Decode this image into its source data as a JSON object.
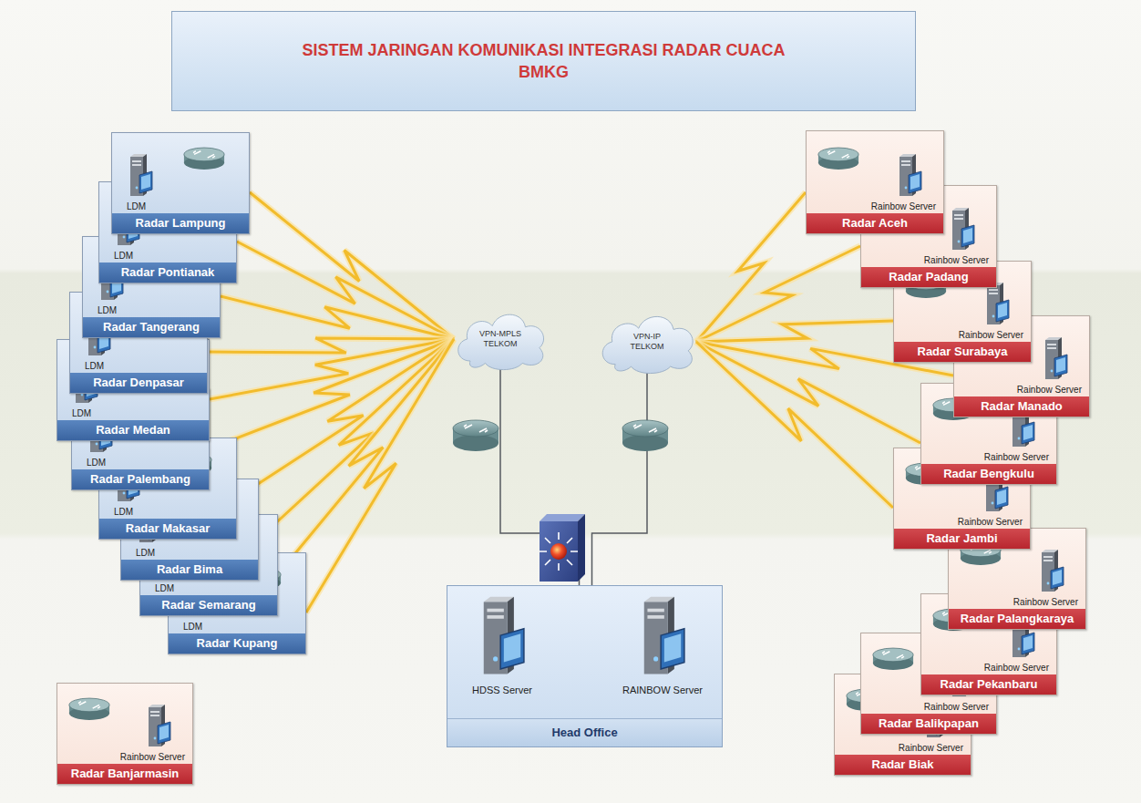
{
  "diagram": {
    "title": "SISTEM JARINGAN KOMUNIKASI INTEGRASI RADAR CUACA BMKG",
    "nodes": [
      {
        "text": [
          "LDM",
          "Radar Lampung"
        ]
      },
      {
        "text": [
          "LDM",
          "Radar Pontianak"
        ]
      },
      {
        "text": [
          "LDM",
          "Radar Tangerang"
        ]
      },
      {
        "text": [
          "LDM",
          "Radar Denpasar"
        ]
      },
      {
        "text": [
          "LDM",
          "Radar Medan"
        ]
      },
      {
        "text": [
          "LDM",
          "Radar Palembang"
        ]
      },
      {
        "text": [
          "LDM",
          "Radar Makasar"
        ]
      },
      {
        "text": [
          "LDM",
          "Radar Bima"
        ]
      },
      {
        "text": [
          "LDM",
          "Radar Semarang"
        ]
      },
      {
        "text": [
          "LDM",
          "Radar Kupang"
        ]
      },
      {
        "text": [
          "Rainbow Server",
          "Radar Aceh"
        ]
      },
      {
        "text": [
          "Rainbow Server",
          "Radar Padang"
        ]
      },
      {
        "text": [
          "Rainbow Server",
          "Radar Surabaya"
        ]
      },
      {
        "text": [
          "Rainbow Server",
          "Radar Manado"
        ]
      },
      {
        "text": [
          "Rainbow Server",
          "Radar Bengkulu"
        ]
      },
      {
        "text": [
          "Rainbow Server",
          "Radar Jambi"
        ]
      },
      {
        "text": [
          "Rainbow Server",
          "Radar Palangkaraya"
        ]
      },
      {
        "text": [
          "Rainbow Server",
          "Radar Pekanbaru"
        ]
      },
      {
        "text": [
          "Rainbow Server",
          "Radar Balikpapan"
        ]
      },
      {
        "text": [
          "Rainbow Server",
          "Radar Biak"
        ]
      },
      {
        "text": [
          "Rainbow Server",
          "Radar Banjarmasin"
        ]
      },
      {
        "text": [
          "VPN-MPLS TELKOM"
        ]
      },
      {
        "text": [
          "VPN-IP TELKOM"
        ]
      },
      {
        "text": [
          "Head Office"
        ]
      }
    ],
    "edges": [
      {
        "from": 0,
        "to": 21,
        "arrow": "none"
      },
      {
        "from": 1,
        "to": 21,
        "arrow": "none"
      },
      {
        "from": 2,
        "to": 21,
        "arrow": "none"
      },
      {
        "from": 3,
        "to": 21,
        "arrow": "none"
      },
      {
        "from": 4,
        "to": 21,
        "arrow": "none"
      },
      {
        "from": 5,
        "to": 21,
        "arrow": "none"
      },
      {
        "from": 6,
        "to": 21,
        "arrow": "none"
      },
      {
        "from": 7,
        "to": 21,
        "arrow": "none"
      },
      {
        "from": 8,
        "to": 21,
        "arrow": "none"
      },
      {
        "from": 9,
        "to": 21,
        "arrow": "none"
      },
      {
        "from": 10,
        "to": 22,
        "arrow": "none"
      },
      {
        "from": 11,
        "to": 22,
        "arrow": "none"
      },
      {
        "from": 12,
        "to": 22,
        "arrow": "none"
      },
      {
        "from": 13,
        "to": 22,
        "arrow": "none"
      },
      {
        "from": 14,
        "to": 22,
        "arrow": "none"
      },
      {
        "from": 15,
        "to": 22,
        "arrow": "none"
      },
      {
        "from": 21,
        "to": 23,
        "arrow": "none"
      },
      {
        "from": 22,
        "to": 23,
        "arrow": "none"
      }
    ],
    "labels": [
      "HDSS Server",
      "RAINBOW Server"
    ]
  }
}
